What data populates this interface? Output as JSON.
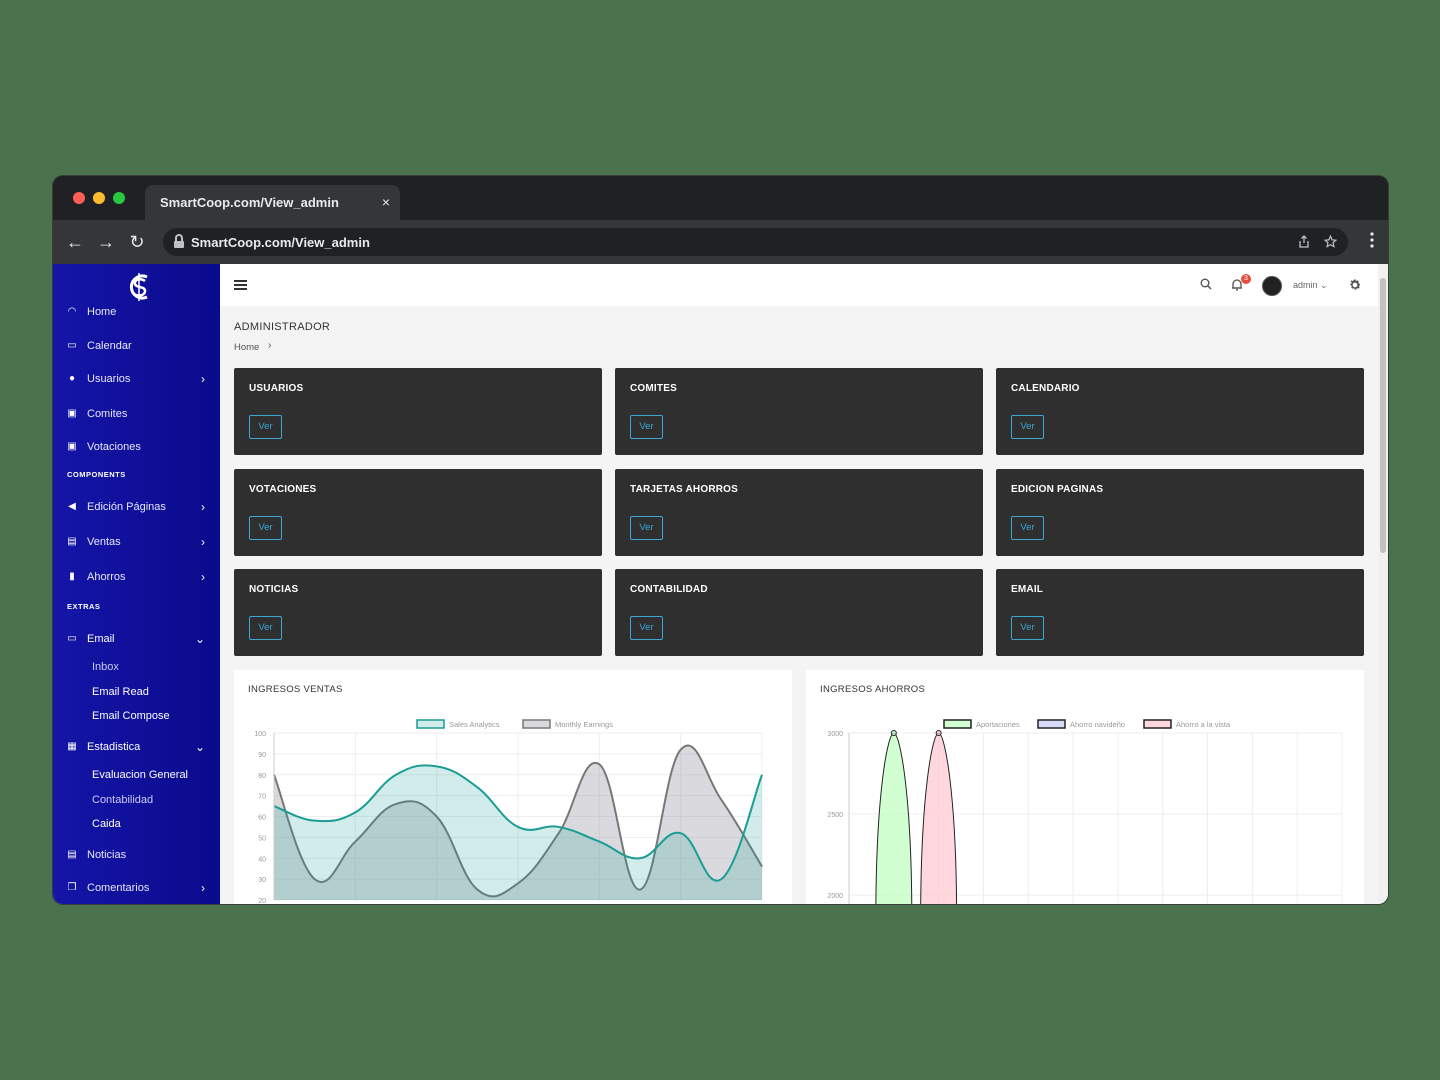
{
  "browser": {
    "tab_title": "SmartCoop.com/View_admin",
    "tab_close": "×",
    "url": "SmartCoop.com/View_admin",
    "nav": {
      "back": "←",
      "forward": "→",
      "reload": "↻"
    },
    "share_icon": "share-icon",
    "star_icon": "star-icon"
  },
  "sidebar": {
    "items": [
      {
        "label": "Home",
        "icon": "dashboard-icon"
      },
      {
        "label": "Calendar",
        "icon": "calendar-icon"
      },
      {
        "label": "Usuarios",
        "icon": "user-icon",
        "chevron": "›"
      },
      {
        "label": "Comites",
        "icon": "briefcase-icon"
      },
      {
        "label": "Votaciones",
        "icon": "briefcase-icon"
      }
    ],
    "section_components": "COMPONENTS",
    "components": [
      {
        "label": "Edición Páginas",
        "chevron": "›"
      },
      {
        "label": "Ventas",
        "chevron": "›"
      },
      {
        "label": "Ahorros",
        "chevron": "›"
      }
    ],
    "section_extras": "EXTRAS",
    "email": {
      "label": "Email",
      "chevron": "⌄",
      "subitems": [
        "Inbox",
        "Email Read",
        "Email Compose"
      ]
    },
    "estadistica": {
      "label": "Estadistica",
      "chevron": "⌄",
      "subitems": [
        "Evaluacion General",
        "Contabilidad",
        "Caida"
      ]
    },
    "noticias": {
      "label": "Noticias"
    },
    "comentarios": {
      "label": "Comentarios",
      "chevron": "›"
    }
  },
  "topbar": {
    "notification_count": "3",
    "user_name": "admin ⌄"
  },
  "page": {
    "title": "ADMINISTRADOR",
    "breadcrumb": "Home",
    "breadcrumb_sep": "›"
  },
  "cards": [
    {
      "title": "USUARIOS",
      "button": "Ver"
    },
    {
      "title": "COMITES",
      "button": "Ver"
    },
    {
      "title": "CALENDARIO",
      "button": "Ver"
    },
    {
      "title": "VOTACIONES",
      "button": "Ver"
    },
    {
      "title": "TARJETAS AHORROS",
      "button": "Ver"
    },
    {
      "title": "EDICION PAGINAS",
      "button": "Ver"
    },
    {
      "title": "NOTICIAS",
      "button": "Ver"
    },
    {
      "title": "CONTABILIDAD",
      "button": "Ver"
    },
    {
      "title": "EMAIL",
      "button": "Ver"
    }
  ],
  "colors": {
    "sidebar": "#0f0f9c",
    "card": "#2f2f2f",
    "button_accent": "#3ba7d4",
    "teal": "#1a9e94",
    "gray": "#777777"
  },
  "chart_data": [
    {
      "type": "area",
      "title": "INGRESOS VENTAS",
      "ylim": [
        20,
        100
      ],
      "yticks": [
        100,
        90,
        80,
        70,
        60,
        50,
        40,
        30,
        20
      ],
      "x": [
        0,
        1,
        2,
        3,
        4,
        5,
        6,
        7,
        8,
        9,
        10,
        11,
        12
      ],
      "series": [
        {
          "name": "Sales Analytics",
          "color": "#1a9e94",
          "fill": "rgba(26,158,148,0.2)",
          "values": [
            65,
            58,
            62,
            80,
            84,
            74,
            55,
            55,
            48,
            40,
            52,
            30,
            80
          ]
        },
        {
          "name": "Monthly Earnings",
          "color": "#777777",
          "fill": "rgba(150,150,160,0.35)",
          "values": [
            80,
            30,
            48,
            66,
            60,
            25,
            28,
            52,
            85,
            25,
            92,
            68,
            36
          ]
        }
      ],
      "grid": true,
      "legend": "top"
    },
    {
      "type": "area",
      "title": "INGRESOS AHORROS",
      "ylim": [
        2000,
        3000
      ],
      "yticks": [
        3000,
        2500,
        2000
      ],
      "series": [
        {
          "name": "Aportaciones",
          "color": "#222222",
          "fill": "rgba(190,255,190,0.7)",
          "peak": 3000
        },
        {
          "name": "Ahorro navideño",
          "color": "#222222",
          "fill": "rgba(200,200,245,0.7)",
          "peak": null
        },
        {
          "name": "Ahorro a la vista",
          "color": "#222222",
          "fill": "rgba(255,200,210,0.7)",
          "peak": 3000
        }
      ],
      "grid": true,
      "legend": "top"
    }
  ]
}
